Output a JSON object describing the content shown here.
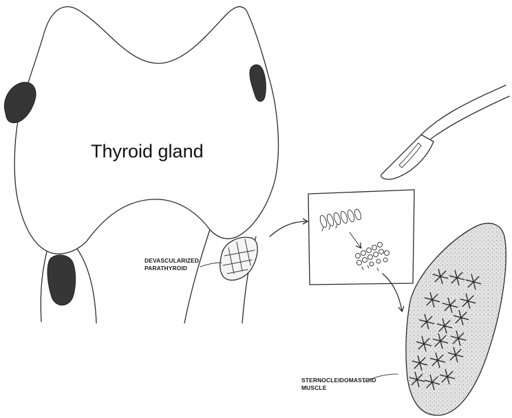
{
  "labels": {
    "thyroid": "Thyroid gland",
    "parathyroid_line1": "DEVASCULARIZED",
    "parathyroid_line2": "PARATHYROID",
    "muscle_line1": "STERNOCLEIDOMASTOID",
    "muscle_line2": "MUSCLE"
  },
  "colors": {
    "ink": "#2a2a2a",
    "gland_fill": "#3a3a3a",
    "muscle_fill": "#dcdcdc",
    "background": "#ffffff"
  },
  "icons": [
    "scalpel-icon",
    "parathyroid-gland-icon",
    "asterisk-icon",
    "arrow-icon"
  ]
}
